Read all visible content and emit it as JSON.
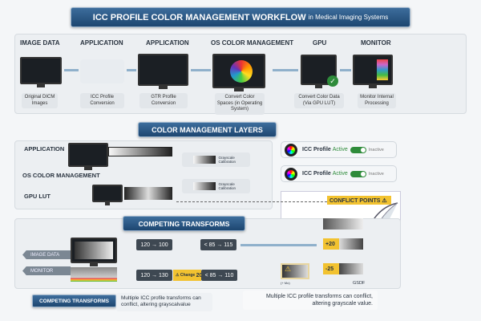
{
  "title": {
    "main": "ICC PROFILE COLOR MANAGEMENT WORKFLOW",
    "sub": "in Medical Imaging Systems"
  },
  "workflow": {
    "stages": [
      "IMAGE DATA",
      "APPLICATION",
      "APPLICATION",
      "OS COLOR MANAGEMENT",
      "GPU",
      "MONITOR"
    ],
    "captions": [
      "Original DICM Images",
      "ICC Profile Conversion",
      "GTR Profile Conversion",
      "Convert Color Spaces (in Operating System)",
      "Convert Color Data (Via GPU LUT)",
      "Monitor Internal Processing"
    ]
  },
  "layers": {
    "title": "COLOR MANAGEMENT LAYERS",
    "rows": [
      "APPLICATION",
      "OS COLOR MANAGEMENT",
      "GPU LUT"
    ],
    "calibration": "Grayscale Calibration",
    "icc": [
      {
        "label": "ICC Profile",
        "active": "Active",
        "inactive": "Inactive"
      },
      {
        "label": "ICC Profile",
        "active": "Active",
        "inactive": "Inactive"
      }
    ],
    "conflict": "CONFLICT POINTS ⚠"
  },
  "competing": {
    "title": "COMPETING TRANSFORMS",
    "rows": [
      {
        "label": "IMAGE DATA",
        "t1": "120 → 100",
        "t2": "< 85 → 115"
      },
      {
        "label": "MONITOR",
        "t1": "120 → 130",
        "t2": "< 85 → 110"
      }
    ],
    "change": "Change",
    "change_value": "20",
    "offsets": [
      "+20",
      "-25"
    ],
    "gsdf": "GSDF",
    "note_small": "(+ Mo)"
  },
  "footer": {
    "badge": "COMPETING TRANSFORMS",
    "left_note": "Multiple ICC profile transforms can conflict, altering grayscalvalue",
    "right_note": "Multiple ICC profile transforms can conflict, altering grayscale value."
  },
  "colors": {
    "banner": "#1d4670",
    "toggle": "#2e8b3a",
    "warning": "#f2c230"
  }
}
